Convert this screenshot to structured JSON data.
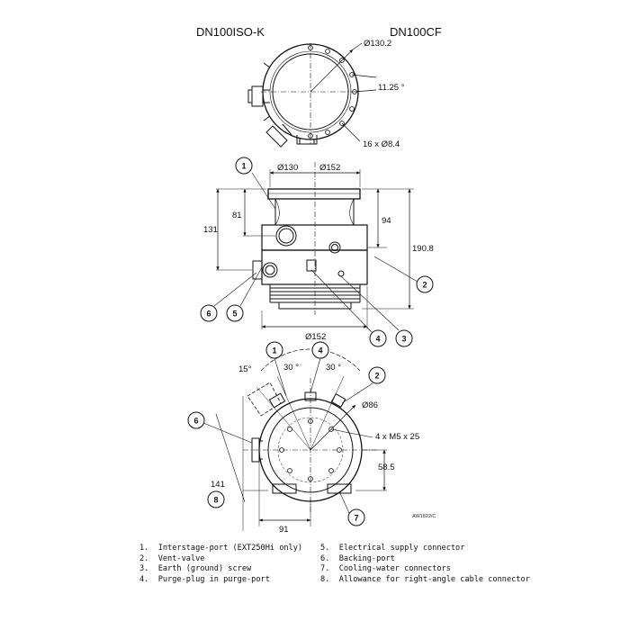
{
  "headers": {
    "iso": "DN100ISO-K",
    "cf": "DN100CF"
  },
  "top_view": {
    "dia_outer": "Ø130.2",
    "angle": "11.25 °",
    "bolts": "16 x Ø8.4"
  },
  "side_view": {
    "dia_iso": "Ø130",
    "dia_cf": "Ø152",
    "h81": "81",
    "h131": "131",
    "h94": "94",
    "h190": "190.8",
    "dia_base": "Ø152"
  },
  "bottom_view": {
    "ang15": "15°",
    "ang30a": "30 °",
    "ang30b": "30 °",
    "dia86": "Ø86",
    "screws": "4 x M5 x 25",
    "d58": "58.5",
    "d141": "141",
    "d91": "91",
    "ref": "AW1822/C"
  },
  "callouts": {
    "side_1": "1",
    "side_2": "2",
    "side_3": "3",
    "side_4": "4",
    "side_5": "5",
    "side_6": "6",
    "bot_1": "1",
    "bot_4": "4",
    "bot_2": "2",
    "bot_6": "6",
    "bot_8": "8",
    "bot_7": "7"
  },
  "legend_left": [
    "1.  Interstage-port (EXT250Hi only)",
    "2.  Vent-valve",
    "3.  Earth (ground) screw",
    "4.  Purge-plug in purge-port"
  ],
  "legend_right": [
    "5.  Electrical supply connector",
    "6.  Backing-port",
    "7.  Cooling-water connectors",
    "8.  Allowance for right-angle cable connector"
  ]
}
